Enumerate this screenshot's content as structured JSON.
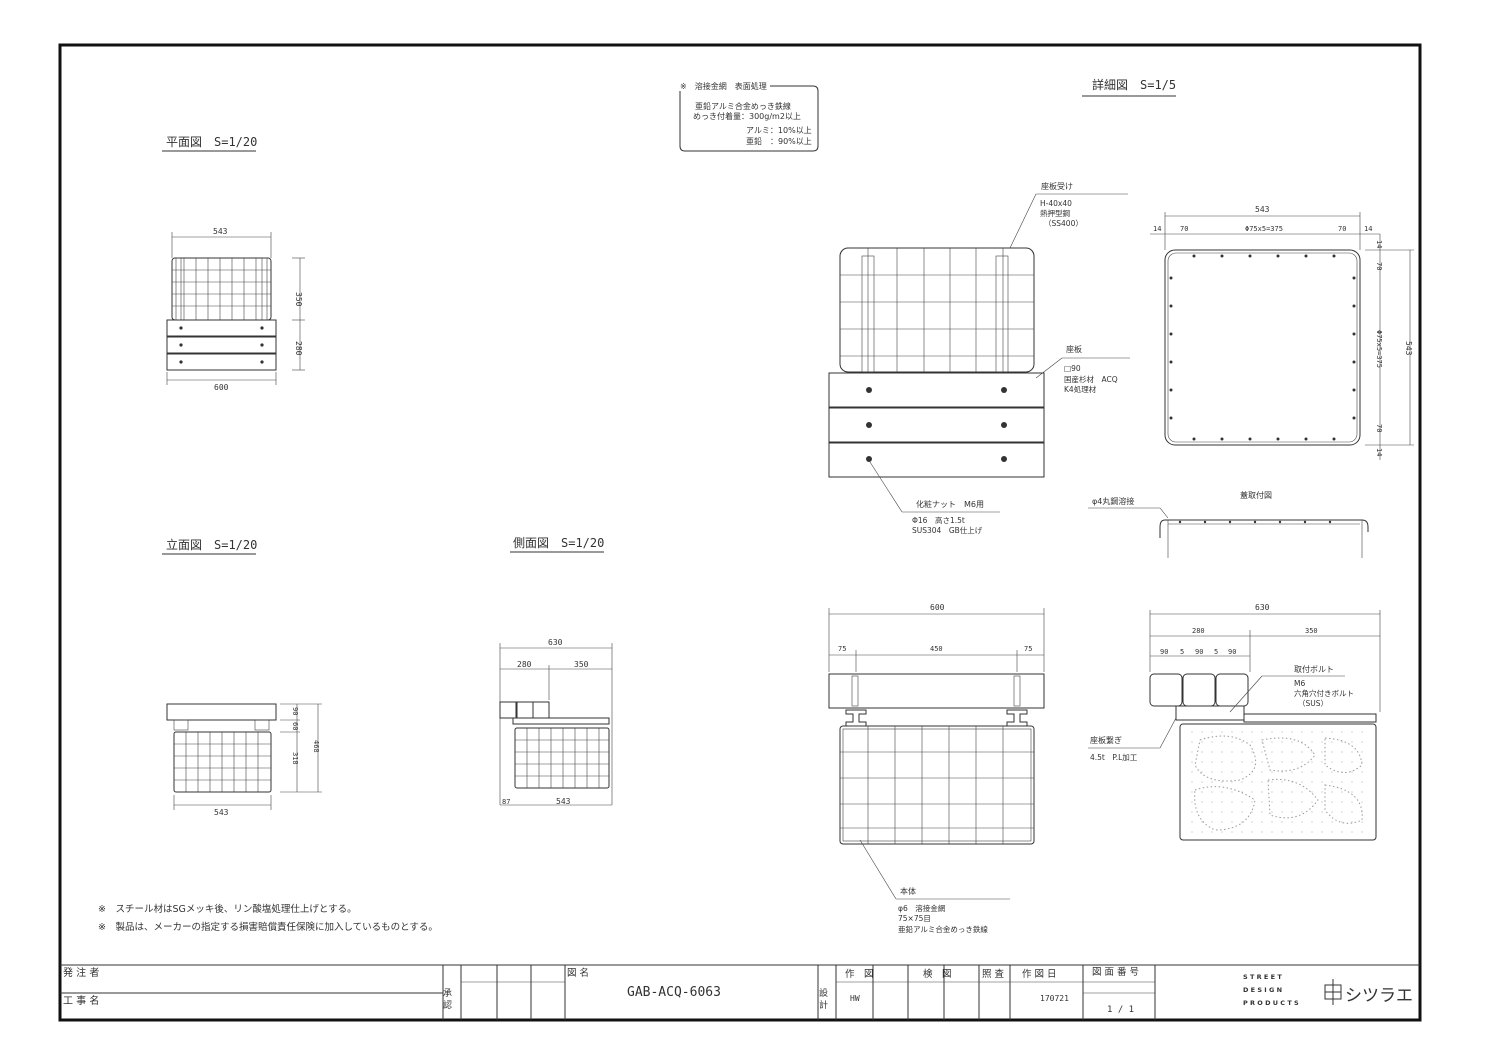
{
  "views": {
    "plan_title": "平面図　S=1/20",
    "elevation_title": "立面図　S=1/20",
    "side_title": "側面図　S=1/20",
    "detail_title": "詳細図　S=1/5"
  },
  "surface_note": {
    "title": "※　溶接金網　表面処理",
    "line1": "亜鉛アルミ合金めっき鉄線",
    "line2": "めっき付着量：300g/m2以上",
    "line3": "アルミ：10%以上",
    "line4": "亜鉛　：90%以上"
  },
  "dims": {
    "plan": {
      "top": "543",
      "bottom": "600",
      "r1": "350",
      "r2": "280"
    },
    "elev": {
      "bottom": "543",
      "r90": "90",
      "r60": "60",
      "r318": "318",
      "r468": "468"
    },
    "side": {
      "total": "630",
      "d280": "280",
      "d350": "350",
      "d87": "87",
      "d543": "543"
    },
    "det_top": {
      "total": "543",
      "d14a": "14",
      "d70a": "70",
      "mid": "Φ75x5=375",
      "d70b": "70",
      "d14b": "14",
      "v14a": "14",
      "v70a": "70",
      "vmid": "Φ75x5=375",
      "v70b": "70",
      "v14b": "14",
      "vtotal": "543"
    },
    "det_front": {
      "total": "600",
      "d75a": "75",
      "mid": "450",
      "d75b": "75"
    },
    "det_side": {
      "total": "630",
      "d280": "280",
      "d350": "350",
      "a": "90",
      "b": "5",
      "c": "90",
      "d": "5",
      "e": "90"
    }
  },
  "callouts": {
    "seat_support": [
      "座板受け",
      "H-40x40",
      "熱押型鋼",
      "（SS400）"
    ],
    "seat_board": [
      "座板",
      "□90",
      "国産杉材　ACQ",
      "K4処理材"
    ],
    "nut": [
      "化粧ナット　M6用",
      "Φ16　高さ1.5t",
      "SUS304　GB仕上げ"
    ],
    "weld": "φ4丸鋼溶接",
    "lid": "蓋取付図",
    "bolt": [
      "取付ボルト",
      "M6",
      "六角穴付きボルト",
      "（SUS）"
    ],
    "joint": [
      "座板繋ぎ",
      "4.5t　P.L加工"
    ],
    "body": [
      "本体",
      "φ6　溶接金網",
      "75×75目",
      "亜鉛アルミ合金めっき鉄線"
    ]
  },
  "notes": [
    "※　スチール材はSGメッキ後、リン酸塩処理仕上げとする。",
    "※　製品は、メーカーの指定する損害賠償責任保険に加入しているものとする。"
  ],
  "title_block": {
    "client_label": "発 注 者",
    "project_label": "工 事 名",
    "approve_label": "承 認",
    "drawing_name_label": "図 名",
    "drawing_name": "GAB-ACQ-6063",
    "design_label": "設 計",
    "made_label": "作　図",
    "check_label": "検　図",
    "audit_label": "照 査",
    "date_label": "作 図 日",
    "number_label": "図 面 番 号",
    "made_value": "HW",
    "date_value": "170721",
    "number_value": "1 / 1",
    "brand": [
      "S T R E E T",
      "D E S I G N",
      "P R O D U C T S"
    ],
    "logo": "シツラエ"
  }
}
